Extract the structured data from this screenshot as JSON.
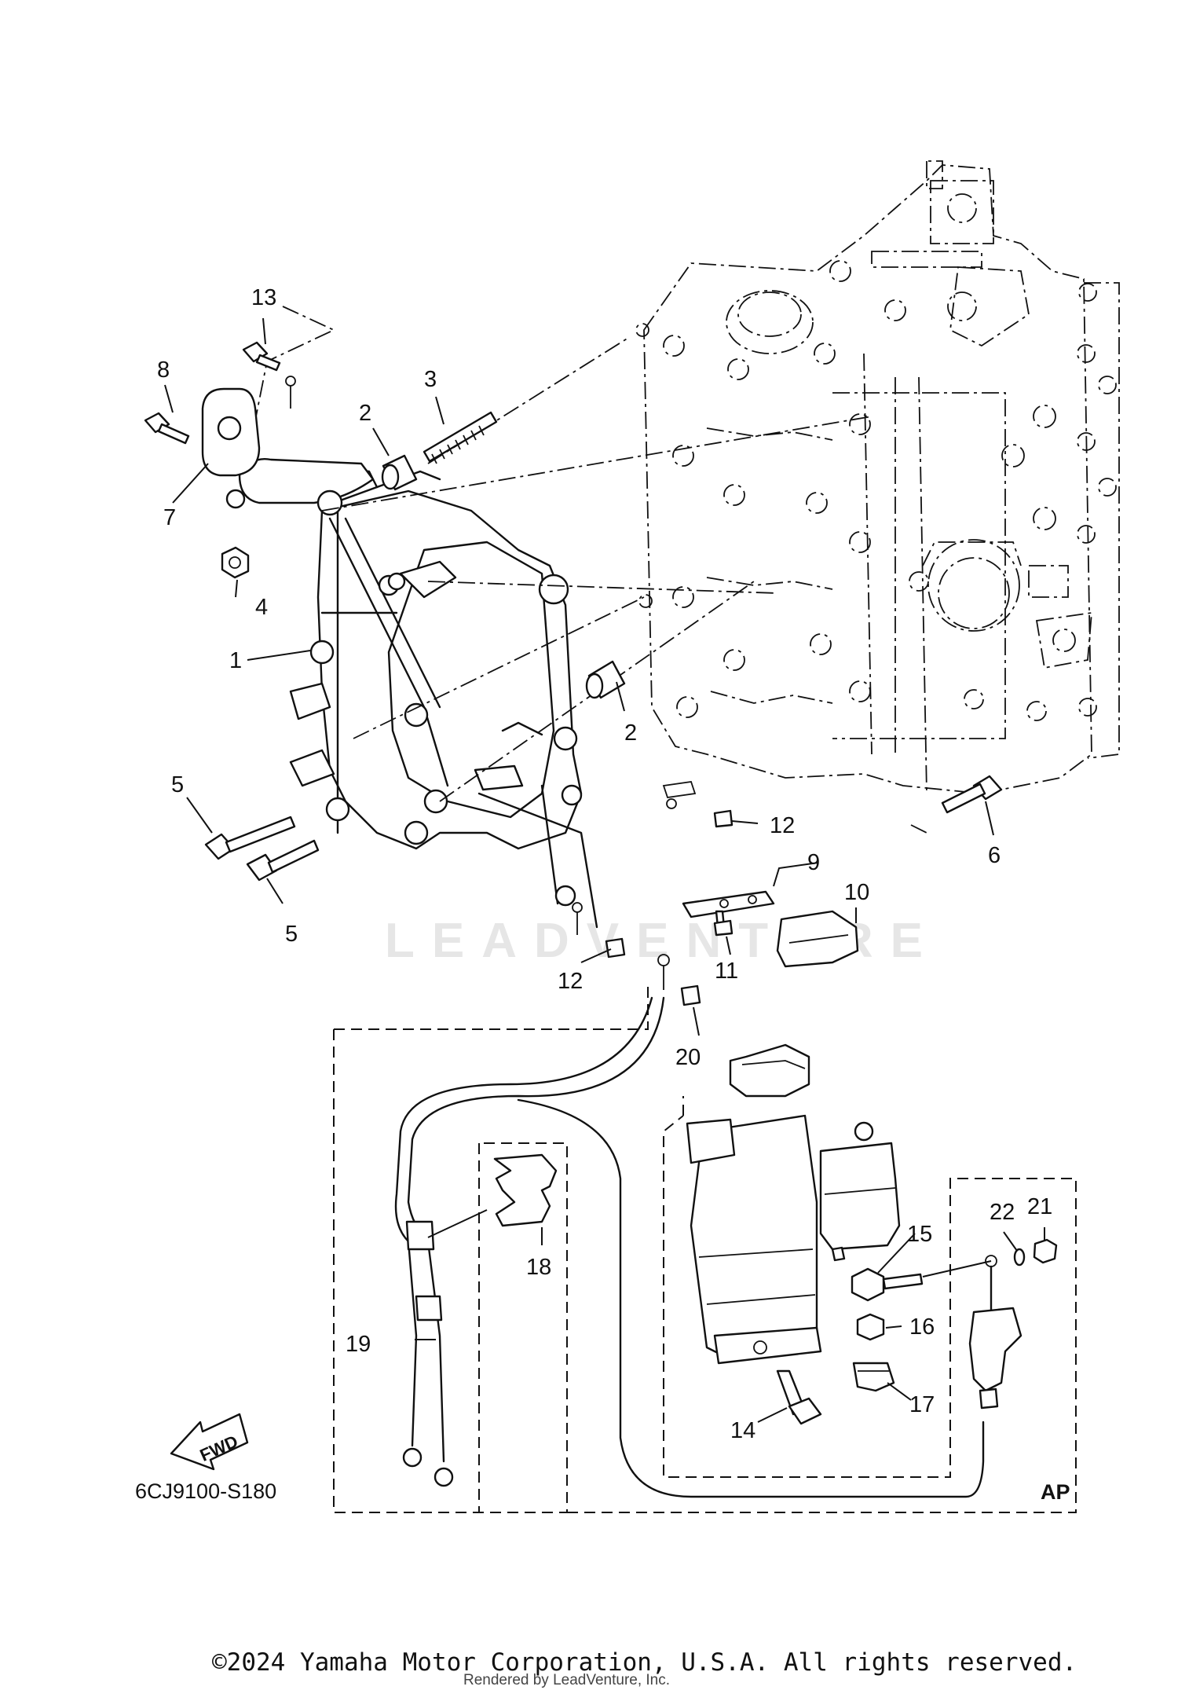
{
  "diagram": {
    "watermark": "LEADVENTURE",
    "diagram_code": "6CJ9100-S180",
    "fwd_label": "FWD",
    "ap_label": "AP",
    "callouts": [
      "1",
      "2",
      "2",
      "3",
      "4",
      "5",
      "5",
      "6",
      "7",
      "8",
      "9",
      "10",
      "11",
      "12",
      "12",
      "13",
      "14",
      "15",
      "16",
      "17",
      "18",
      "19",
      "20",
      "21",
      "22"
    ]
  },
  "footer": {
    "copyright": "©2024 Yamaha Motor Corporation, U.S.A. All rights reserved.",
    "rendered_by": "Rendered by LeadVenture, Inc."
  }
}
